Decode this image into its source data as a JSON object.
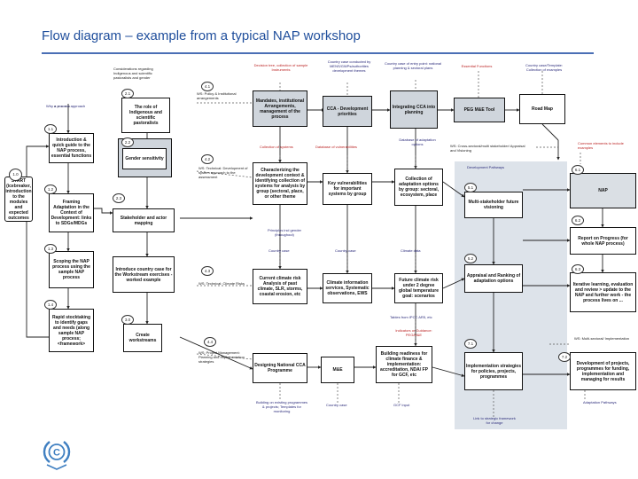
{
  "title": "Flow diagram – example from a typical NAP workshop",
  "colors": {
    "title": "#1f4e9c",
    "rule": "#4a6fb5",
    "panel": "#dde3ea",
    "notes": "#2a2a7a",
    "logo": "#3f7fc1"
  },
  "diagram": {
    "boxes": {
      "intro": "Introduction & quick guide to the NAP process, essential functions",
      "framing": "Framing Adaptation in the Context of Development: links to SDGs/MDGs",
      "scoping": "Scoping the NAP process using the sample NAP process",
      "stocktaking": "Rapid stocktaking to identify gaps and needs (along sample NAP process; <framework>",
      "start": "START (icebreaker, introduction to the modules and expected outcomes",
      "indigenous": "The role of Indigenous and scientific pastoralists",
      "gender": "Gender sensitivity",
      "stakeholder": "Stakeholder and actor mapping",
      "country_case": "Introduce country case for the Workstream exercises - worked example",
      "workstreams": "Create workstreams",
      "mandates": "Mandates, institutional Arrangements, management of the process",
      "characterizing": "Characterizing the development context & identifying collection of systems for analysis by group (sectoral, place, or other theme",
      "current_risk": "Current climate risk Analysis of past climate, SLR, storms, coastal erosion, etc",
      "designing": "Designing National CCA Programme",
      "cca_dev": "CCA - Development priorities",
      "key_vuln": "Key vulnerabilities for important systems by group",
      "climate_info": "Climate information services, Systematic observations, EWS",
      "me": "M&E",
      "integrating": "Integrating CCA into planning",
      "collection": "Collection of adaptation options by group: sectoral, ecosystem, place",
      "future_risk": "Future climate risk under 2 degree global temperature goal: scenarios",
      "readiness": "Building readiness for climate finance & implementation: accreditation, NDA/ FP for GCF, etc",
      "peg": "PEG M&E Tool",
      "roadmap": "Road Map",
      "visioning": "Multi-stakeholder future visioning",
      "appraisal": "Appraisal and Ranking of adaptation options",
      "impl_strategies": "Implementation strategies for policies, projects, programmes",
      "nap": "NAP",
      "report": "Report on Progress (for whole NAP process)",
      "iterative": "Iterative learning, evaluation and review > update to the NAP and further work - the process lives on ...",
      "dev_projects": "Development of projects, programmes for funding, implementation and managing for results"
    },
    "numbers": {
      "n1_0": "1.0",
      "n1_1": "1.1",
      "n1_2": "1.2",
      "n1_3": "1.3",
      "n1_4": "1.4",
      "n2_1": "2.1",
      "n2_2": "2.2",
      "n2_3": "2.3",
      "n3_0": "3.0",
      "n4_1": "4.1",
      "n4_2": "4.2",
      "n4_3": "4.3",
      "n4_4": "4.4",
      "n5_1": "5.1",
      "n5_2": "5.2",
      "n6_1": "6.1",
      "n6_2": "6.2",
      "n6_3": "6.3",
      "n7_1": "7.1",
      "n7_2": "7.2"
    },
    "notes": {
      "considerations": "Considerations regarding Indigenous and scientific pastoralists and gender",
      "why_process": "Why a process approach",
      "decision_tree": "Decision tree, collection of sample Instruments",
      "country_case_conducted": "Country case conducted by MENS/GWPs/authorities development themes",
      "country_case_entry": "Country case of entry point: national planning & sectoral plans",
      "essential_functions": "Essential Functions",
      "country_case_template": "Country case/Template: Collection of examples",
      "ws_policy": "WS: Policy & Institutional arrangements",
      "collection_systems": "Collection of systems",
      "database_vuln": "Database of vulnerabilities",
      "database_adapt": "Database of adaptation options",
      "ws_cross": "WS: Cross-sectoral/multi stakeholder/ Appraisal and Visioning",
      "common_elements": "Common elements to include examples",
      "ws_technical": "WS: Technical: Development of system approach to the assessment",
      "development_pathways": "Development Pathways",
      "principles_gender": "Principles incl gender (throughout)",
      "country_case_a": "Country case",
      "country_case_b": "Country case",
      "climate_data": "Climate data",
      "ws_climate": "WS: Technical: Climate Risks",
      "tables_ipcc": "Tables from IPCC AR5, etc",
      "indicators_peg": "Indicators or Guidance: PEG/M&E",
      "ws_cross_impl": "WS: Multi-sectoral/ Implementation",
      "ws_project": "WS: Project Management: Planning and Implementation strategies",
      "building_planning": "Building on existing programmes & projects; Templates for monitoring",
      "country_case_c": "Country case",
      "gcf_input": "GCF input",
      "link_strategic": "Link to strategic framework for change",
      "adaptation_pathways": "Adaptation Pathways"
    }
  }
}
